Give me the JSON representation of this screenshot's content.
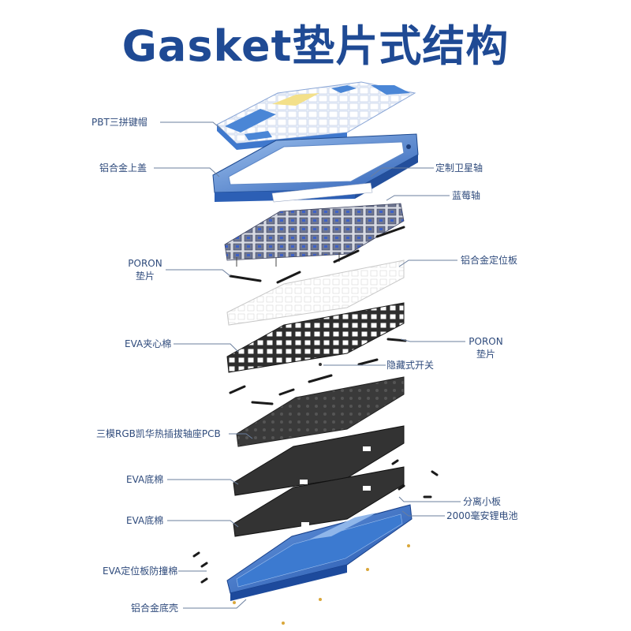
{
  "title": "Gasket垫片式结构",
  "labels": {
    "pbt_keycaps": "PBT三拼键帽",
    "alloy_top_case": "铝合金上盖",
    "custom_stabilizer": "定制卫星轴",
    "blueberry_switch": "蓝莓轴",
    "poron_gasket_left_1": "PORON",
    "poron_gasket_left_2": "垫片",
    "alloy_plate": "铝合金定位板",
    "eva_sandwich_foam": "EVA夹心棉",
    "poron_gasket_right_1": "PORON",
    "poron_gasket_right_2": "垫片",
    "hidden_switch": "隐藏式开关",
    "pcb": "三模RGB凯华热插拔轴座PCB",
    "eva_bottom_foam_1": "EVA底棉",
    "eva_bottom_foam_2": "EVA底棉",
    "daughter_board": "分离小板",
    "battery": "2000毫安锂电池",
    "eva_plate_bumper": "EVA定位板防撞棉",
    "alloy_bottom_case": "铝合金底壳"
  },
  "colors": {
    "title": "#1f4a94",
    "label": "#2f4b7c",
    "leader": "#6b7f9e",
    "case_blue": "#2f6fc4",
    "foam_dark": "#2a2a2a",
    "keycap_blue": "#4a86d6",
    "keycap_yellow": "#f3e08a"
  }
}
